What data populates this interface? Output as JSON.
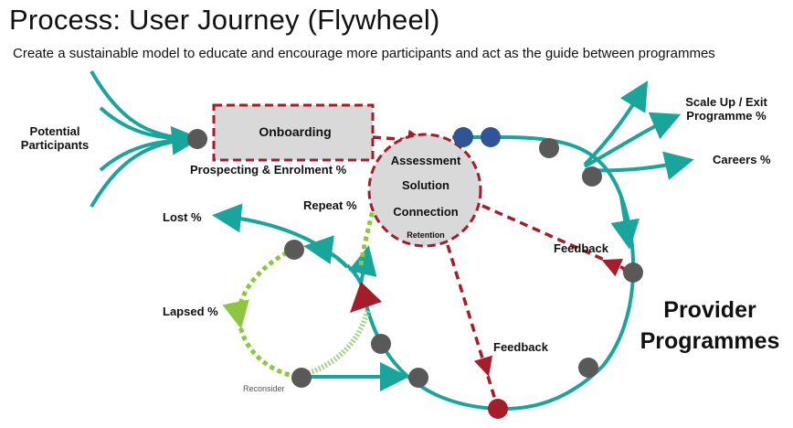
{
  "title": "Process: User Journey (Flywheel)",
  "subtitle": "Create a sustainable model to educate and encourage more participants and act as the guide between programmes",
  "labels": {
    "potential_participants_line1": "Potential",
    "potential_participants_line2": "Participants",
    "onboarding": "Onboarding",
    "prospecting_enrolment": "Prospecting & Enrolment %",
    "assessment": "Assessment",
    "solution": "Solution",
    "connection": "Connection",
    "retention": "Retention",
    "repeat": "Repeat %",
    "lost": "Lost %",
    "lapsed": "Lapsed %",
    "reconsider": "Reconsider",
    "feedback_right": "Feedback",
    "feedback_bottom": "Feedback",
    "scale_up_line1": "Scale Up / Exit",
    "scale_up_line2": "Programme %",
    "careers": "Careers %",
    "provider_line1": "Provider",
    "provider_line2": "Programmes"
  },
  "colors": {
    "teal": "#1aa59c",
    "dark_red": "#a51c2b",
    "light_green": "#8dc63f",
    "node_gray": "#595959",
    "node_blue": "#2f5597",
    "box_fill": "#d9d9d9"
  }
}
